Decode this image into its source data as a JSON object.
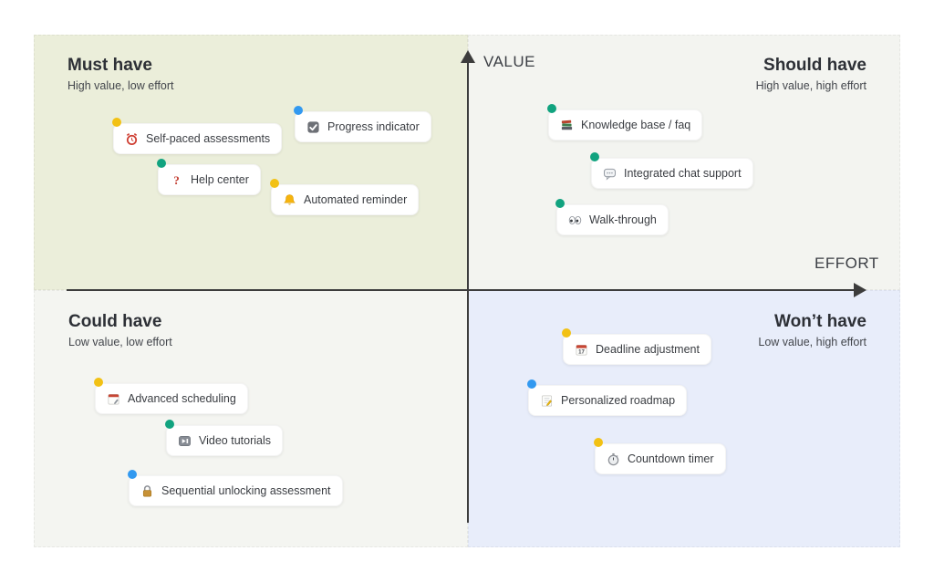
{
  "axes": {
    "y_label": "VALUE",
    "x_label": "EFFORT"
  },
  "colors": {
    "axis": "#3c3c3c",
    "dot_yellow": "#f2c114",
    "dot_teal": "#11a37f",
    "dot_blue": "#3299f0",
    "must_bg": "#ebeeda",
    "should_bg": "#f3f4f0",
    "could_bg": "#f4f5f1",
    "wont_bg": "#e8edfa"
  },
  "quadrants": [
    {
      "title": "Must have",
      "subtitle": "High value, low effort",
      "bg": "#ebeeda",
      "cards": [
        {
          "label": "Self-paced assessments",
          "icon": "alarm-clock-icon",
          "dot_color": "#f2c114"
        },
        {
          "label": "Progress indicator",
          "icon": "checkbox-icon",
          "dot_color": "#3299f0"
        },
        {
          "label": "Help center",
          "icon": "question-mark-icon",
          "dot_color": "#11a37f"
        },
        {
          "label": "Automated reminder",
          "icon": "bell-icon",
          "dot_color": "#f2c114"
        }
      ]
    },
    {
      "title": "Should have",
      "subtitle": "High value, high effort",
      "bg": "#f3f4f0",
      "cards": [
        {
          "label": "Knowledge base / faq",
          "icon": "books-icon",
          "dot_color": "#11a37f"
        },
        {
          "label": "Integrated chat support",
          "icon": "speech-balloon-icon",
          "dot_color": "#11a37f"
        },
        {
          "label": "Walk-through",
          "icon": "eyes-icon",
          "dot_color": "#11a37f"
        }
      ]
    },
    {
      "title": "Could have",
      "subtitle": "Low value, low effort",
      "bg": "#f4f5f1",
      "cards": [
        {
          "label": "Advanced scheduling",
          "icon": "calendar-pencil-icon",
          "dot_color": "#f2c114"
        },
        {
          "label": "Video tutorials",
          "icon": "play-pause-icon",
          "dot_color": "#11a37f"
        },
        {
          "label": "Sequential unlocking assessment",
          "icon": "lock-icon",
          "dot_color": "#3299f0"
        }
      ]
    },
    {
      "title": "Won’t have",
      "subtitle": "Low value, high effort",
      "bg": "#e8edfa",
      "cards": [
        {
          "label": "Deadline adjustment",
          "icon": "calendar-17-icon",
          "dot_color": "#f2c114"
        },
        {
          "label": "Personalized roadmap",
          "icon": "memo-icon",
          "dot_color": "#3299f0"
        },
        {
          "label": "Countdown timer",
          "icon": "stopwatch-icon",
          "dot_color": "#f2c114"
        }
      ]
    }
  ]
}
